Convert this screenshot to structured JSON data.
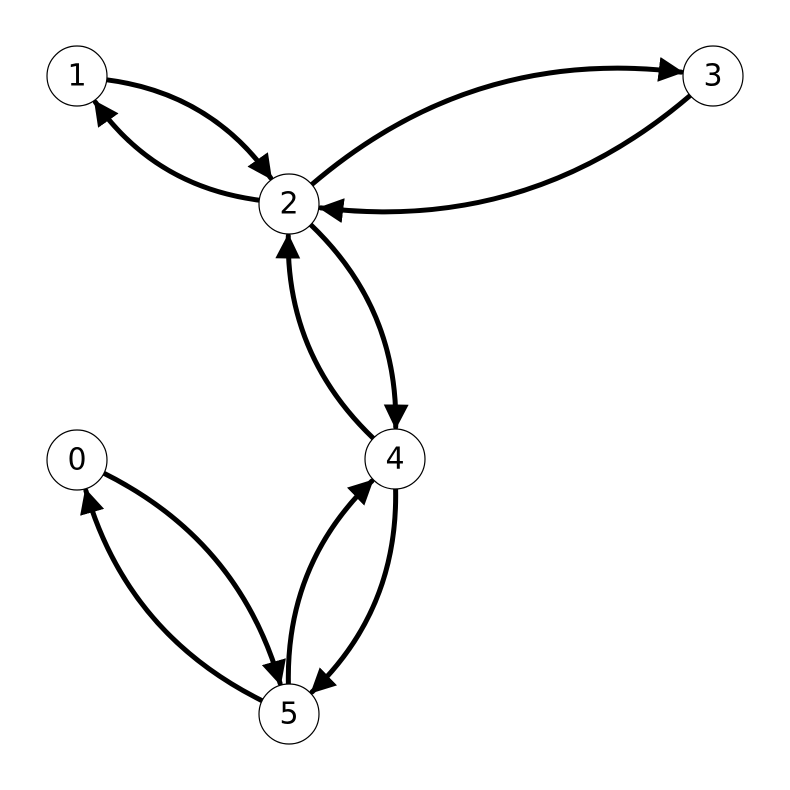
{
  "graph": {
    "directed": true,
    "nodes": [
      {
        "id": "n0",
        "label": "0"
      },
      {
        "id": "n1",
        "label": "1"
      },
      {
        "id": "n2",
        "label": "2"
      },
      {
        "id": "n3",
        "label": "3"
      },
      {
        "id": "n4",
        "label": "4"
      },
      {
        "id": "n5",
        "label": "5"
      }
    ],
    "edges": [
      {
        "from": "n1",
        "to": "n2"
      },
      {
        "from": "n2",
        "to": "n1"
      },
      {
        "from": "n2",
        "to": "n3"
      },
      {
        "from": "n3",
        "to": "n2"
      },
      {
        "from": "n2",
        "to": "n4"
      },
      {
        "from": "n4",
        "to": "n2"
      },
      {
        "from": "n0",
        "to": "n5"
      },
      {
        "from": "n5",
        "to": "n0"
      },
      {
        "from": "n4",
        "to": "n5"
      },
      {
        "from": "n5",
        "to": "n4"
      }
    ],
    "colors": {
      "edge": "#000000",
      "node_fill": "#ffffff",
      "node_stroke": "#000000"
    }
  }
}
